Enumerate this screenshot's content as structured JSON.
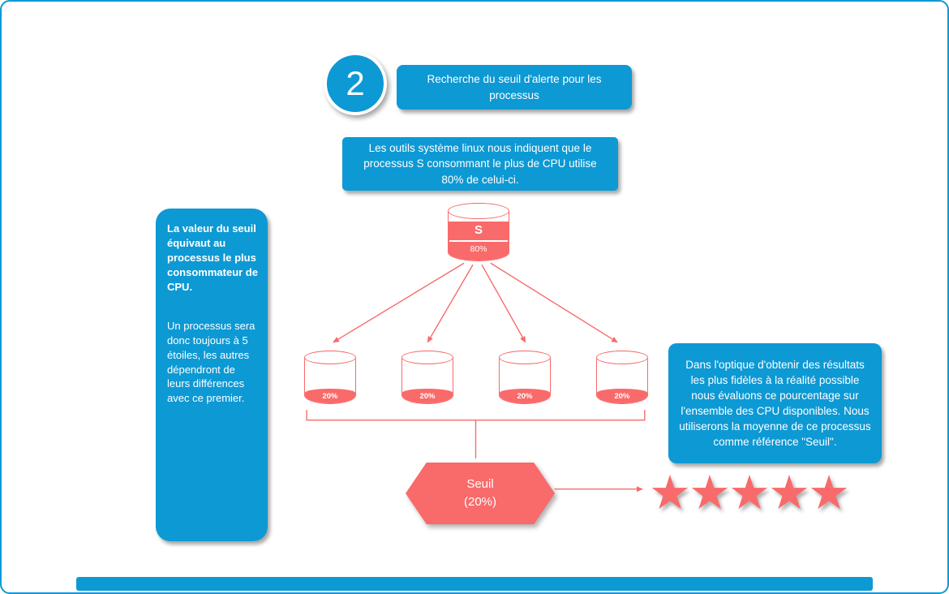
{
  "colors": {
    "blue": "#0d99d4",
    "salmon": "#f96a6a"
  },
  "step_badge": {
    "number": "2"
  },
  "title_box": {
    "text": "Recherche du seuil d'alerte pour les processus"
  },
  "info_box": {
    "text": "Les outils système linux nous indiquent que le processus S consommant le plus de CPU utilise 80% de celui-ci."
  },
  "left_note": {
    "heading": "La valeur du seuil équivaut au processus le plus consommateur de CPU.",
    "body": "Un processus sera donc toujours à 5 étoiles, les autres dépendront de leurs différences avec ce premier."
  },
  "right_note": {
    "text": "Dans l'optique d'obtenir des résultats les plus fidèles à la réalité possible nous évaluons ce pourcentage sur l'ensemble des CPU disponibles. Nous utiliserons la moyenne de ce processus comme référence \"Seuil\"."
  },
  "main_cylinder": {
    "label": "S",
    "percent": "80%"
  },
  "small_cylinders": [
    {
      "percent": "20%"
    },
    {
      "percent": "20%"
    },
    {
      "percent": "20%"
    },
    {
      "percent": "20%"
    }
  ],
  "seuil_hexagon": {
    "line1": "Seuil",
    "line2": "(20%)"
  },
  "stars": {
    "glyph": "★",
    "count": 5
  }
}
